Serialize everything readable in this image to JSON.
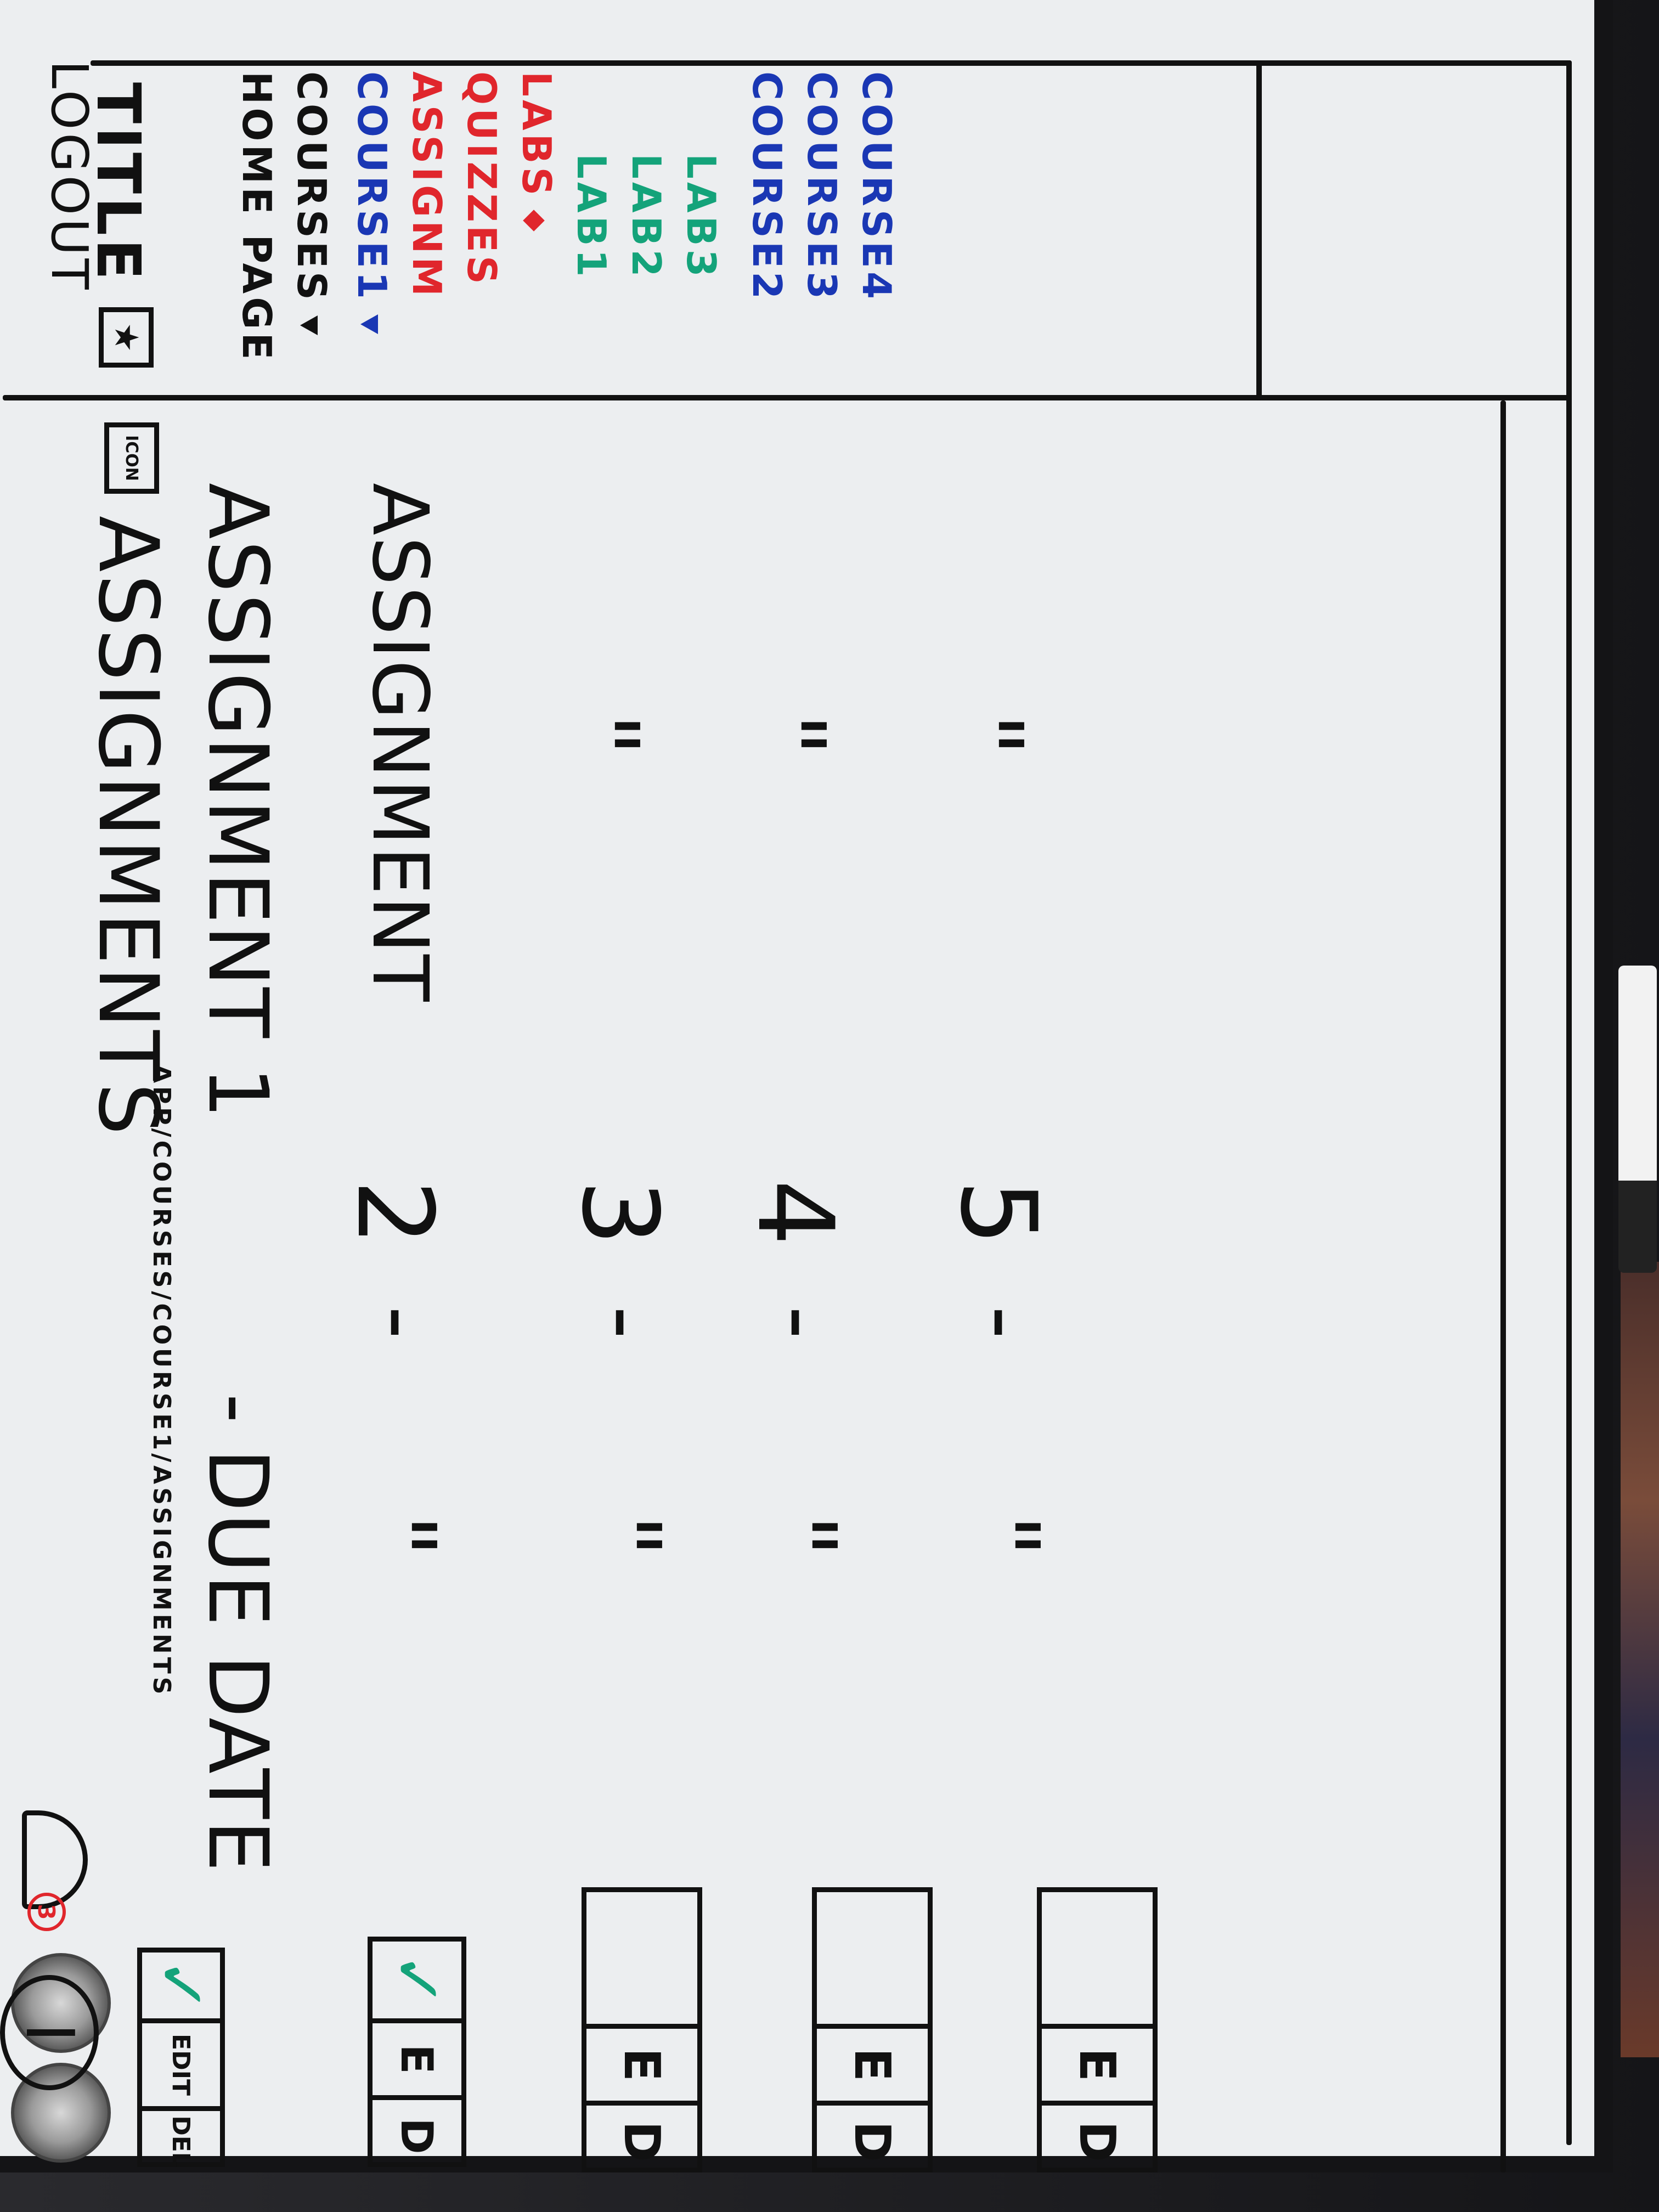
{
  "header": {
    "title": "TITLE",
    "title_icon": "star-icon",
    "page_icon_label": "ICON",
    "page_title": "ASSIGNMENTS",
    "breadcrumb": "APP/COURSES/COURSE1/ASSIGNMENTS",
    "notification_count": "3",
    "user_initial": "I"
  },
  "sidebar": {
    "home": "HOME PAGE",
    "courses": "COURSES",
    "course1": "COURSE1",
    "assignments": "ASSIGNM",
    "quizzes": "QUIZZES",
    "labs": "LABS",
    "lab1": "LAB1",
    "lab2": "LAB2",
    "lab3": "LAB3",
    "course2": "COURSE2",
    "course3": "COURSE3",
    "course4": "COURSE4",
    "logout": "LOGOUT",
    "colors": {
      "black": "#111111",
      "blue": "#1a37b4",
      "red": "#e0262c",
      "green": "#14a37a"
    }
  },
  "table": {
    "header_actions": {
      "edit": "EDIT",
      "delete": "DEL"
    },
    "rows": [
      {
        "name": "ASSIGNMENT 1",
        "sep": "-",
        "due": "DUE DATE",
        "checked": true
      },
      {
        "name": "ASSIGNMENT",
        "number": "2",
        "sep": "-",
        "due": "\"",
        "checked": true,
        "edit": "E",
        "delete": "D"
      },
      {
        "name": "\"",
        "number": "3",
        "sep": "-",
        "due": "\"",
        "checked": false,
        "edit": "E",
        "delete": "D"
      },
      {
        "name": "\"",
        "number": "4",
        "sep": "-",
        "due": "\"",
        "checked": false,
        "edit": "E",
        "delete": "D"
      },
      {
        "name": "\"",
        "number": "5",
        "sep": "-",
        "due": "\"",
        "checked": false,
        "edit": "E",
        "delete": "D"
      }
    ]
  }
}
